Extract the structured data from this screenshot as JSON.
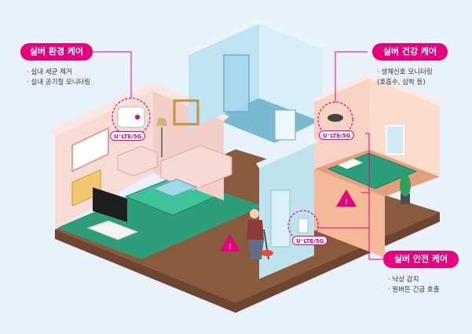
{
  "callouts": {
    "environment": {
      "title": "실버 환경 케어",
      "items": [
        "실내 세균 제거",
        "실내 공기질 모니터링"
      ]
    },
    "health": {
      "title": "실버 건강 케어",
      "items": [
        "생체신호 모니터링",
        "(호흡수, 심박 등)"
      ]
    },
    "safety": {
      "title": "실버 안전 케어",
      "items": [
        "낙상 감지",
        "원버튼 긴급 호출"
      ]
    }
  },
  "device_tags": {
    "air_purifier": "U⁺LTE/5G",
    "bed_sensor": "U⁺LTE/5G",
    "wall_button": "U⁺LTE/5G"
  },
  "colors": {
    "accent": "#e6007e",
    "background": "#e9f2fb",
    "floor_wood": "#8a5a3c",
    "rug_green": "#2fae86"
  },
  "icons": [
    "warning-fall-icon",
    "warning-fall-icon"
  ]
}
